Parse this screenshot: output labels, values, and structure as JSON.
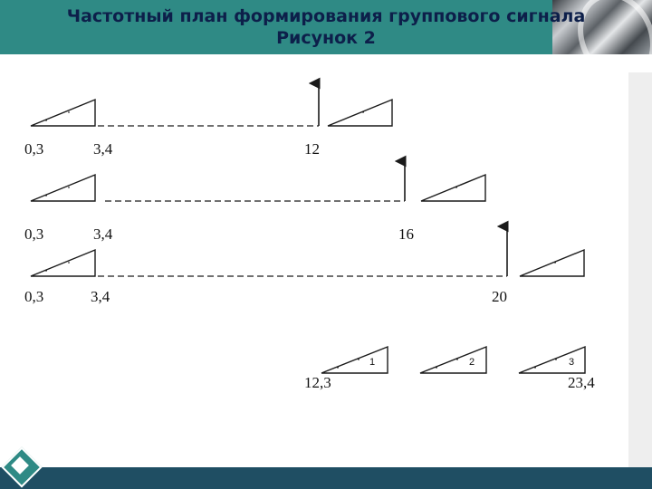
{
  "header": {
    "title_line1": "Частотный план формирования группового сигнала",
    "title_line2": "Рисунок 2"
  },
  "rows": [
    {
      "left_low": "0,3",
      "left_high": "3,4",
      "carrier": "12"
    },
    {
      "left_low": "0,3",
      "left_high": "3,4",
      "carrier": "16"
    },
    {
      "left_low": "0,3",
      "left_high": "3,4",
      "carrier": "20"
    }
  ],
  "group": {
    "band_labels": [
      "1",
      "2",
      "3"
    ],
    "low_edge": "12,3",
    "high_edge": "23,4"
  },
  "colors": {
    "header_bg": "#2f8a85",
    "title_text": "#0d1f4a",
    "footer_bg": "#1f4e63",
    "line": "#1a1a1a"
  }
}
